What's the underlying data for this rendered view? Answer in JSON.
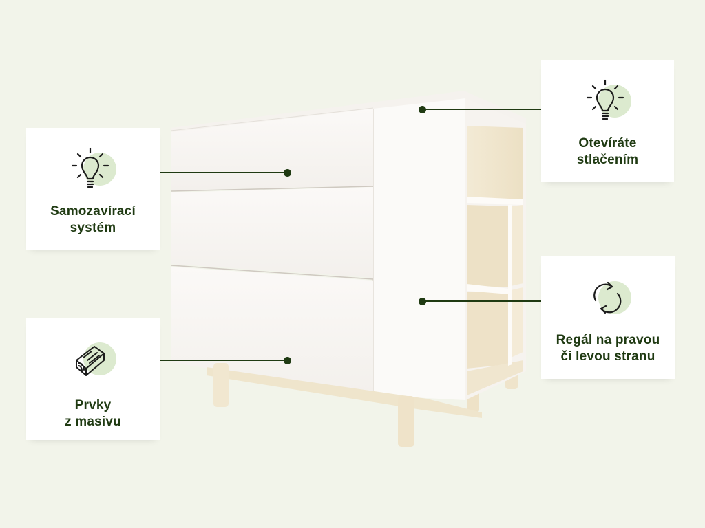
{
  "colors": {
    "background": "#f2f4ea",
    "accent_dark_green": "#1f3a12",
    "icon_circle_light_green": "#dceacf",
    "card_background": "#ffffff"
  },
  "features": {
    "self_closing": {
      "icon": "lightbulb-icon",
      "line1": "Samozavírací",
      "line2": "systém"
    },
    "solid_wood": {
      "icon": "wood-log-icon",
      "line1": "Prvky",
      "line2": "z masivu"
    },
    "push_open": {
      "icon": "lightbulb-icon",
      "line1": "Otevíráte",
      "line2": "stlačením"
    },
    "shelf_side": {
      "icon": "rotate-arrows-icon",
      "line1": "Regál na pravou",
      "line2": "či levou stranu"
    }
  }
}
